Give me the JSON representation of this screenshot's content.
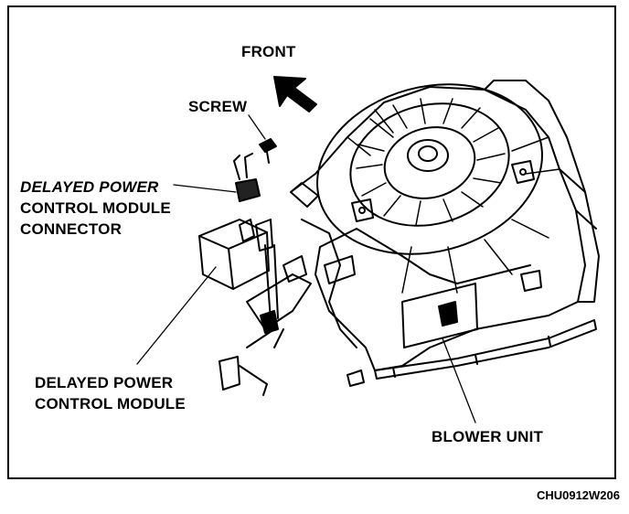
{
  "labels": {
    "front": "FRONT",
    "screw": "SCREW",
    "connector_line1": "DELAYED POWER",
    "connector_line2": "CONTROL MODULE",
    "connector_line3": "CONNECTOR",
    "module_line1": "DELAYED POWER",
    "module_line2": "CONTROL MODULE",
    "blower_unit": "BLOWER UNIT"
  },
  "figure_code": "CHU0912W206"
}
